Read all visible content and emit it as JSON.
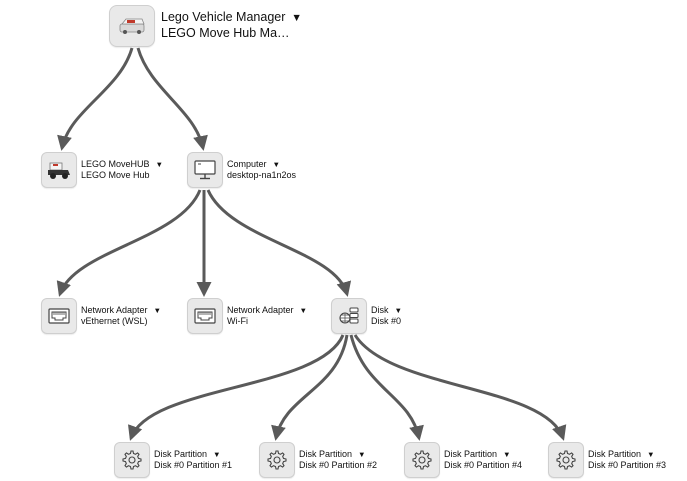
{
  "nodes": {
    "root": {
      "title": "Lego Vehicle Manager",
      "subtitle": "LEGO Move Hub Ma…",
      "caret": "▼",
      "icon": "lego-hub-icon"
    },
    "movehub": {
      "title": "LEGO MoveHUB",
      "subtitle": "LEGO Move Hub",
      "caret": "▼",
      "icon": "lego-vehicle-icon"
    },
    "computer": {
      "title": "Computer",
      "subtitle": "desktop-na1n2os",
      "caret": "▼",
      "icon": "monitor-icon"
    },
    "net1": {
      "title": "Network Adapter",
      "subtitle": "vEthernet (WSL)",
      "caret": "▼",
      "icon": "ethernet-port-icon"
    },
    "net2": {
      "title": "Network Adapter",
      "subtitle": "Wi-Fi",
      "caret": "▼",
      "icon": "ethernet-port-icon"
    },
    "disk": {
      "title": "Disk",
      "subtitle": "Disk #0",
      "caret": "▼",
      "icon": "disk-icon"
    },
    "part1": {
      "title": "Disk Partition",
      "subtitle": "Disk #0 Partition #1",
      "caret": "▼",
      "icon": "gear-icon"
    },
    "part2": {
      "title": "Disk Partition",
      "subtitle": "Disk #0 Partition #2",
      "caret": "▼",
      "icon": "gear-icon"
    },
    "part4": {
      "title": "Disk Partition",
      "subtitle": "Disk #0 Partition #4",
      "caret": "▼",
      "icon": "gear-icon"
    },
    "part3": {
      "title": "Disk Partition",
      "subtitle": "Disk #0 Partition #3",
      "caret": "▼",
      "icon": "gear-icon"
    }
  },
  "colors": {
    "edge": "#5a5a5a",
    "icon_bg": "#e9e9e9"
  }
}
